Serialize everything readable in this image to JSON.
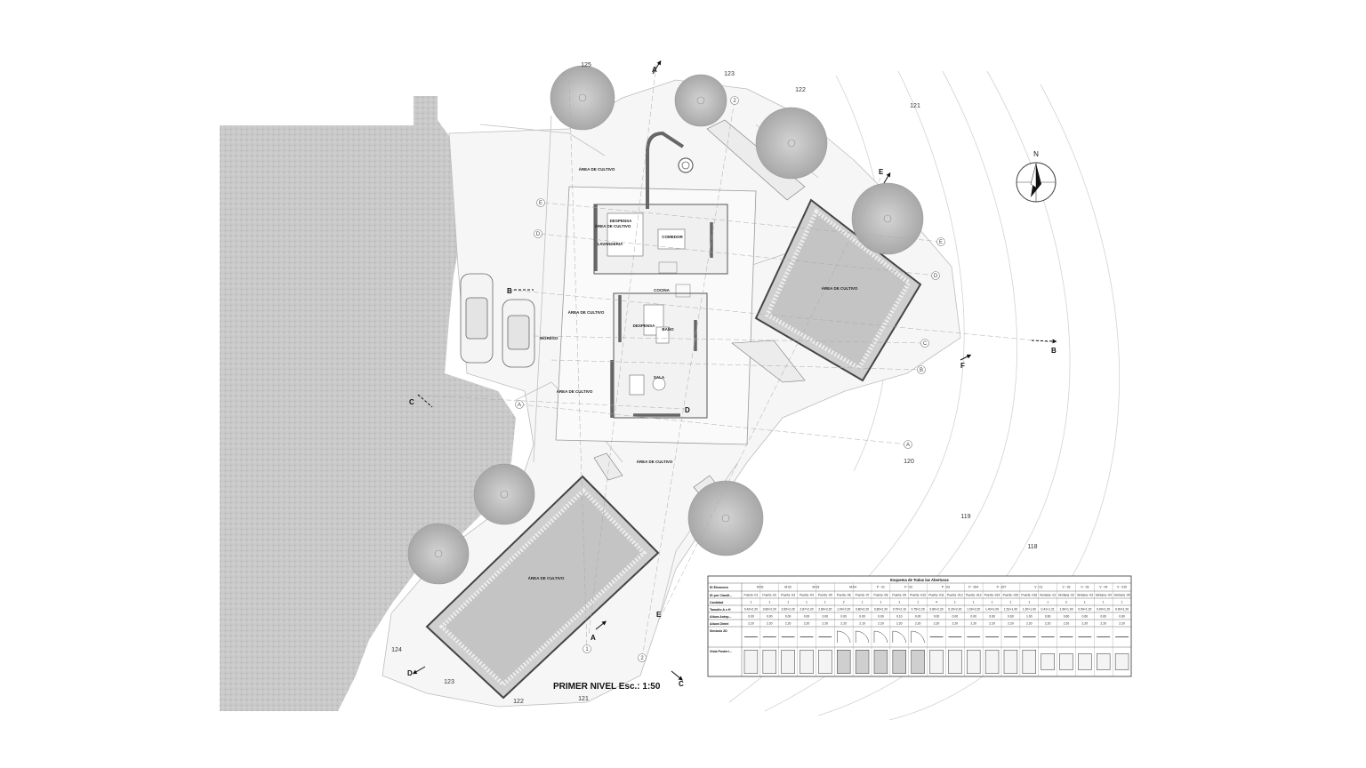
{
  "plan": {
    "title": "PRIMER NIVEL  Esc.: 1:50",
    "north_label": "N",
    "contours": [
      "125",
      "123",
      "122",
      "121",
      "120",
      "119",
      "118",
      "124",
      "123",
      "122",
      "121"
    ],
    "rooms": {
      "comedor": "COMEDOR",
      "cocina": "COCINA",
      "despensa": "DESPENSA",
      "lavanderia": "LAVANDERIA",
      "despensa2": "DESPENSA",
      "bano": "BAÑO",
      "sala": "SALA",
      "ingreso": "INGRESO",
      "cultivo_nw": "ÁREA DE CULTIVO",
      "cultivo_w1": "ÁREA DE CULTIVO",
      "cultivo_w2": "ÁREA DE CULTIVO",
      "cultivo_w3": "ÁREA DE CULTIVO",
      "cultivo_s": "ÁREA DE CULTIVO",
      "cultivo_e": "ÁREA DE CULTIVO",
      "cultivo_sw": "ÁREA DE CULTIVO"
    },
    "axes": {
      "e": "E",
      "d": "D",
      "c": "C",
      "b": "B",
      "a": "A",
      "one": "1",
      "two": "2"
    },
    "cuts": {
      "a_top": "A",
      "a_bottom": "A",
      "b_left": "B",
      "b_right": "B",
      "c_left": "C",
      "c_bottom": "C",
      "d_bottom": "D",
      "d_center": "D",
      "e_top": "E",
      "e_bottom": "E",
      "f_right": "F"
    }
  },
  "openings_table": {
    "title": "Esquema de Todas las Aberturas",
    "row_labels": [
      "ID Elemento",
      "ID por Clasifi...",
      "Cantidad",
      "Tamaño A x H",
      "Altura Antep...",
      "Altura Dintel",
      "Símbolo 2D",
      "Vista Posteri..."
    ],
    "ids": [
      "M-01",
      "M-02",
      "M-03",
      "M-04",
      "P - 01",
      "P - 02",
      "P - 03",
      "P - 004",
      "P - 027",
      "V - 01",
      "V - 02",
      "V - 03",
      "V - 04",
      "V - 010"
    ],
    "classes": [
      "Puerta -01",
      "Puerta -02",
      "Puerta -03",
      "Puerta -04",
      "Puerta -05",
      "Puerta -06",
      "Puerta -07",
      "Puerta -08",
      "Puerta -09",
      "Puerta -010",
      "Puerta -011",
      "Puerta -012",
      "Puerta -013",
      "Puerta -014",
      "Puerta -015",
      "Puerta -016",
      "Ventana -01",
      "Ventana -02",
      "Ventana -03",
      "Ventana -04",
      "Ventana -05"
    ],
    "qty": [
      "1",
      "1",
      "1",
      "1",
      "1",
      "2",
      "1",
      "1",
      "1",
      "1",
      "4",
      "1",
      "1",
      "1",
      "1",
      "1",
      "1",
      "2",
      "1",
      "1",
      "1"
    ],
    "sizes": [
      "0.42×2.20",
      "0.60×2.20",
      "2.60×2.20",
      "2.87×2.20",
      "2.80×2.20",
      "1.00×2.20",
      "0.80×2.20",
      "0.80×2.20",
      "0.70×2.10",
      "0.75×2.20",
      "0.80×2.20",
      "0.20×2.20",
      "1.00×2.20",
      "1.40×1.00",
      "1.51×1.00",
      "1.20×1.00",
      "0.41×1.21",
      "1.90×1.00",
      "0.90×1.20",
      "0.90×1.20",
      "0.90×1.20"
    ],
    "sill": [
      "0.00",
      "0.00",
      "0.00",
      "0.00",
      "0.00",
      "0.00",
      "0.00",
      "0.00",
      "0.10",
      "0.00",
      "0.00",
      "0.00",
      "0.00",
      "0.60",
      "0.60",
      "1.00",
      "0.60",
      "0.60",
      "0.60",
      "0.60",
      "0.60"
    ],
    "head": [
      "2.20",
      "2.20",
      "2.20",
      "2.20",
      "2.20",
      "2.20",
      "2.10",
      "2.20",
      "2.20",
      "2.20",
      "2.20",
      "2.20",
      "2.20",
      "2.20",
      "2.20",
      "2.20",
      "2.20",
      "2.20",
      "2.20",
      "2.20",
      "2.20"
    ]
  }
}
